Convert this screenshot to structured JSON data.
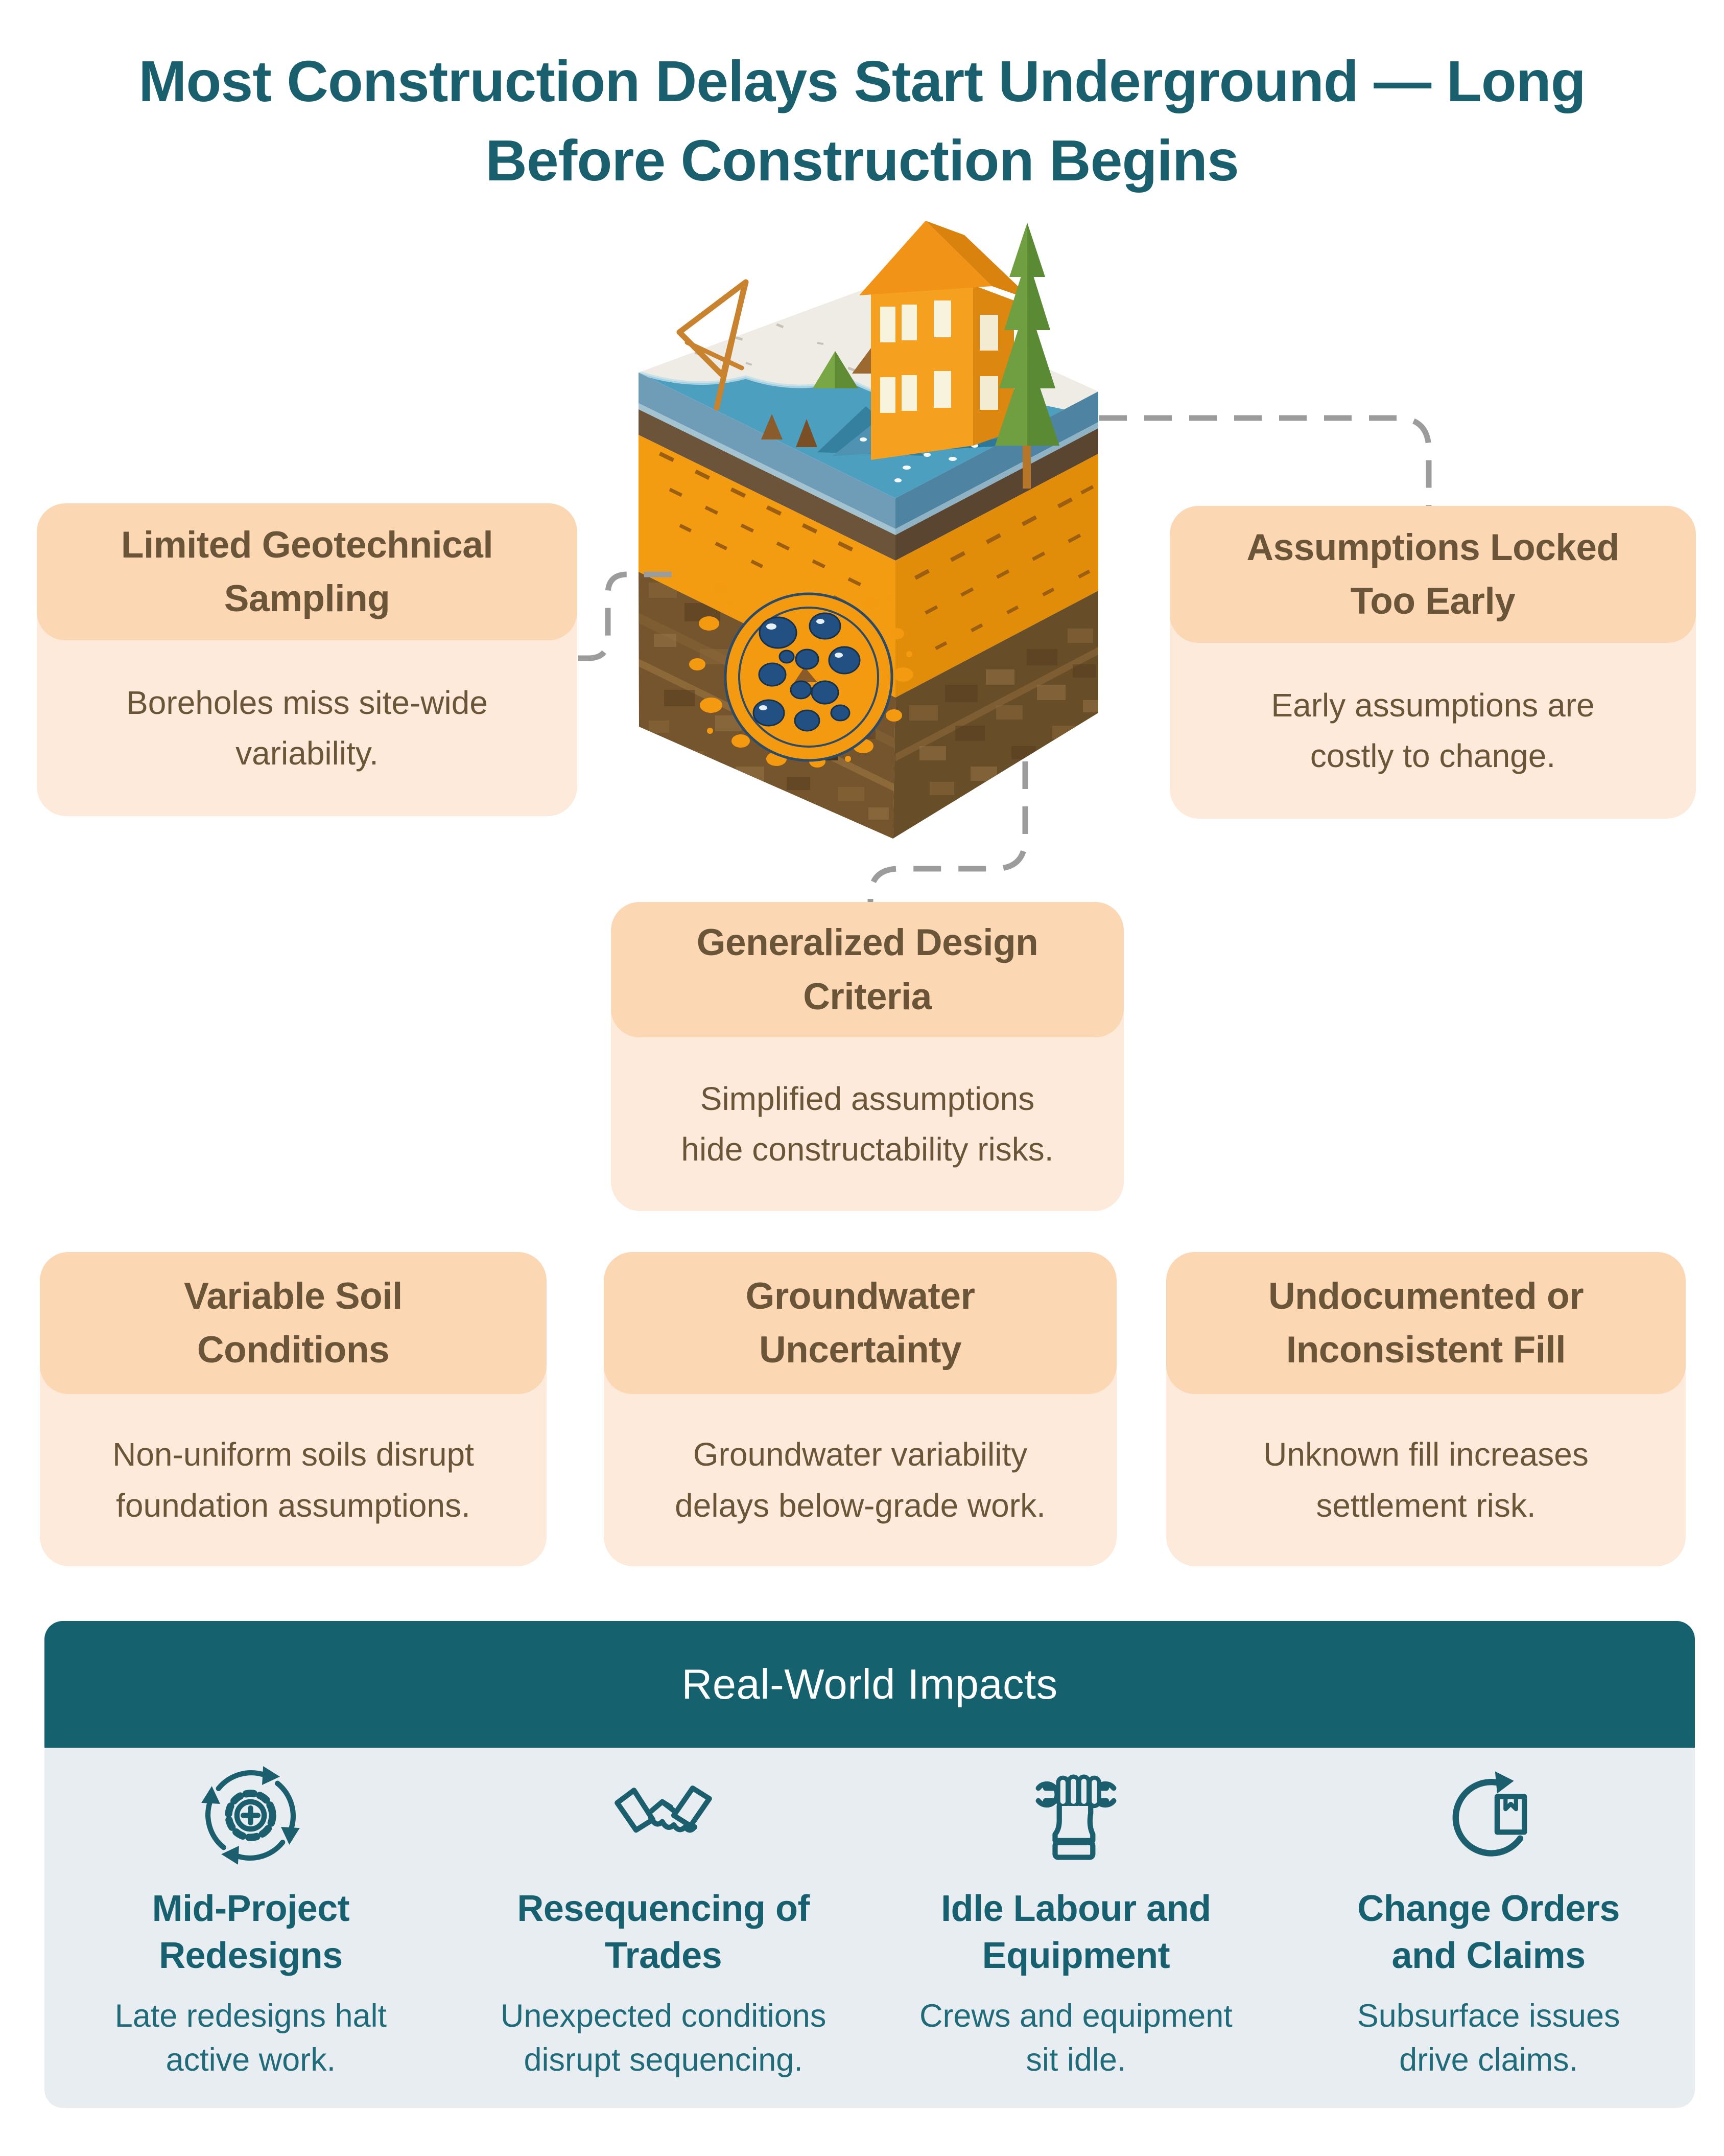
{
  "page": {
    "title": "Most Construction Delays Start Underground — Long\nBefore Construction Begins"
  },
  "callouts": [
    {
      "title": "Limited Geotechnical\nSampling",
      "body": "Boreholes miss site-wide\nvariability."
    },
    {
      "title": "Assumptions Locked\nToo Early",
      "body": "Early assumptions are\ncostly to change."
    },
    {
      "title": "Generalized Design\nCriteria",
      "body": "Simplified assumptions\nhide constructability risks."
    },
    {
      "title": "Variable Soil\nConditions",
      "body": "Non-uniform soils disrupt\nfoundation assumptions."
    },
    {
      "title": "Groundwater\nUncertainty",
      "body": "Groundwater variability\ndelays below-grade work."
    },
    {
      "title": "Undocumented or\nInconsistent Fill",
      "body": "Unknown fill increases\nsettlement risk."
    }
  ],
  "impacts": {
    "heading": "Real-World Impacts",
    "items": [
      {
        "icon": "gear-refresh-icon",
        "title": "Mid-Project\nRedesigns",
        "body": "Late redesigns halt\nactive work."
      },
      {
        "icon": "handshake-icon",
        "title": "Resequencing of\nTrades",
        "body": "Unexpected conditions\ndisrupt sequencing."
      },
      {
        "icon": "fist-wrench-icon",
        "title": "Idle Labour and\nEquipment",
        "body": "Crews and equipment\nsit idle."
      },
      {
        "icon": "circular-arrow-box-icon",
        "title": "Change Orders\nand Claims",
        "body": "Subsurface issues\ndrive claims."
      }
    ]
  },
  "illustration": {
    "name": "soil-cross-section-cube",
    "elements": [
      "house",
      "pine-tree",
      "drilling-derrick",
      "lake",
      "mountains",
      "snow-surface",
      "soil-layers",
      "boulder-inclusion-detail"
    ]
  },
  "colors": {
    "title_teal": "#1A5F6E",
    "impacts_bar_teal": "#16616E",
    "impacts_panel_bg": "#E8EDF1",
    "impact_text_teal": "#206B79",
    "callout_header_peach": "#FBD7B4",
    "callout_body_peach": "#FDEADA",
    "callout_text_brown": "#6B5538",
    "connector_gray": "#9C9C9C",
    "soil_orange": "#F39C12",
    "rock_brown": "#75552E",
    "water_blue": "#4D9FC0"
  }
}
